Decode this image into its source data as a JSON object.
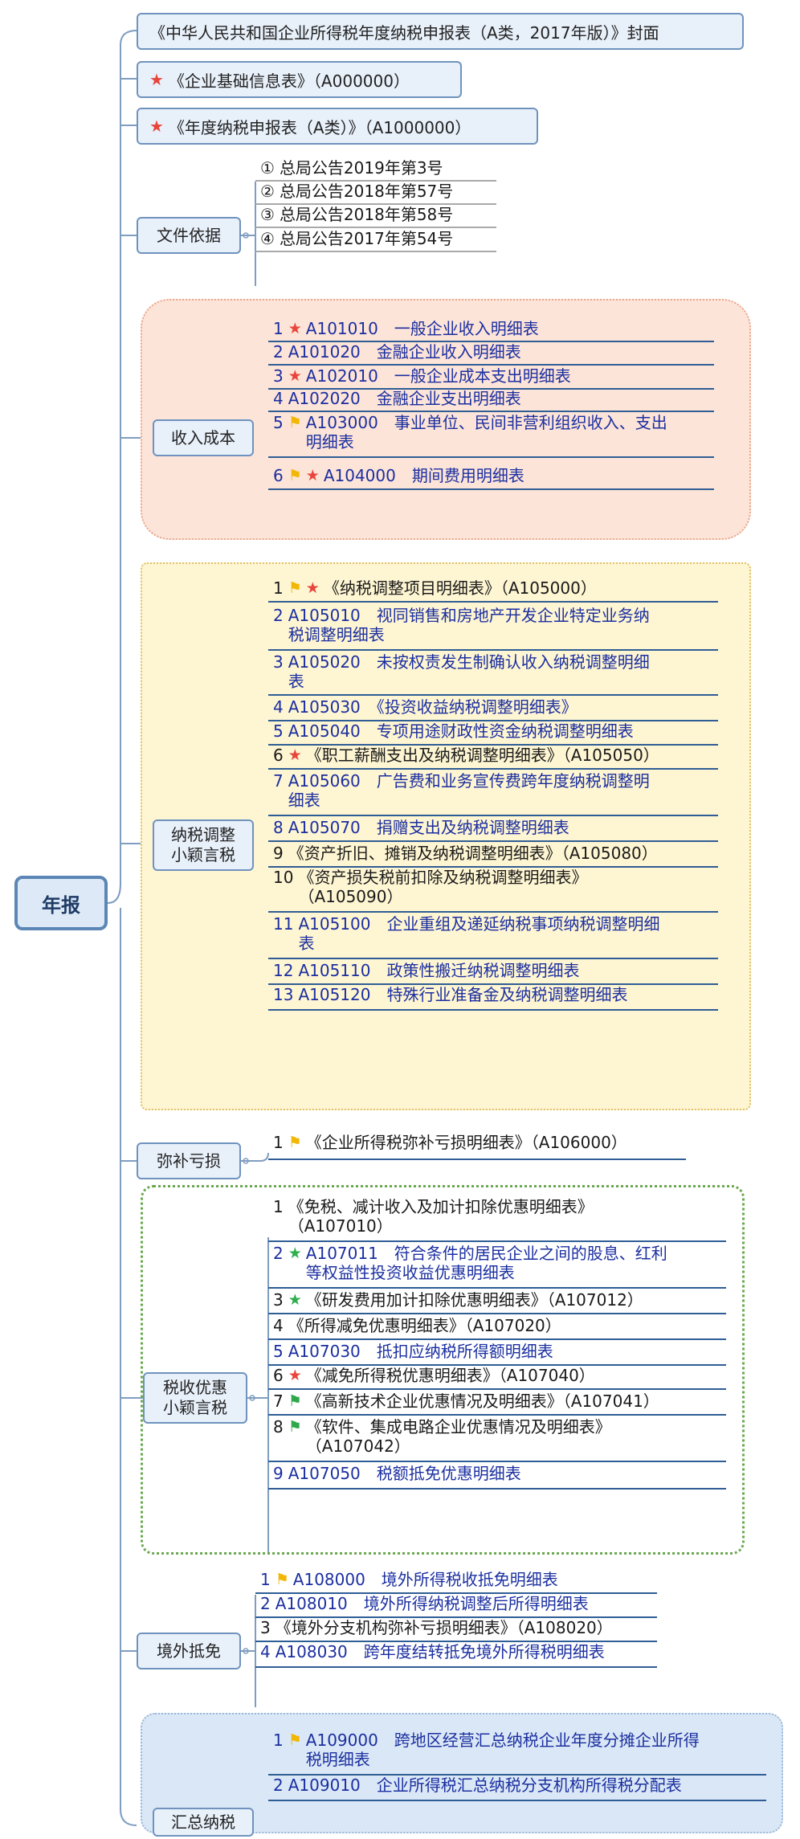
{
  "root": "年报",
  "top_items": [
    {
      "text": "《中华人民共和国企业所得税年度纳税申报表（A类，2017年版）》封面",
      "star": false
    },
    {
      "text": "《企业基础信息表》（A000000）",
      "star": true
    },
    {
      "text": "《年度纳税申报表（A类）》（A1000000）",
      "star": true
    }
  ],
  "categories": [
    {
      "label": "文件依据",
      "items": [
        {
          "num": "①",
          "text": "总局公告2019年第3号",
          "color": "black",
          "markers": []
        },
        {
          "num": "②",
          "text": "总局公告2018年第57号",
          "color": "black",
          "markers": []
        },
        {
          "num": "③",
          "text": "总局公告2018年第58号",
          "color": "black",
          "markers": []
        },
        {
          "num": "④",
          "text": "总局公告2017年第54号",
          "color": "black",
          "markers": []
        }
      ]
    },
    {
      "label": "收入成本",
      "items": [
        {
          "num": "1",
          "text": "A101010　一般企业收入明细表",
          "color": "blue",
          "markers": [
            "star-red"
          ]
        },
        {
          "num": "2",
          "text": "A101020　金融企业收入明细表",
          "color": "blue",
          "markers": []
        },
        {
          "num": "3",
          "text": "A102010　一般企业成本支出明细表",
          "color": "blue",
          "markers": [
            "star-red"
          ]
        },
        {
          "num": "4",
          "text": "A102020　金融企业支出明细表",
          "color": "blue",
          "markers": []
        },
        {
          "num": "5",
          "text": "A103000　事业单位、民间非营利组织收入、支出\n明细表",
          "color": "blue",
          "markers": [
            "flag-yellow"
          ]
        },
        {
          "num": "6",
          "text": "A104000　期间费用明细表",
          "color": "blue",
          "markers": [
            "flag-yellow",
            "star-red"
          ]
        }
      ]
    },
    {
      "label": "纳税调整\n小颖言税",
      "items": [
        {
          "num": "1",
          "text": "《纳税调整项目明细表》（A105000）",
          "color": "black",
          "markers": [
            "flag-yellow",
            "star-red"
          ]
        },
        {
          "num": "2",
          "text": "A105010　视同销售和房地产开发企业特定业务纳\n税调整明细表",
          "color": "blue",
          "markers": []
        },
        {
          "num": "3",
          "text": "A105020　未按权责发生制确认收入纳税调整明细\n表",
          "color": "blue",
          "markers": []
        },
        {
          "num": "4",
          "text": "A105030　《投资收益纳税调整明细表》",
          "color": "blue",
          "markers": []
        },
        {
          "num": "5",
          "text": "A105040　专项用途财政性资金纳税调整明细表",
          "color": "blue",
          "markers": []
        },
        {
          "num": "6",
          "text": "《职工薪酬支出及纳税调整明细表》（A105050）",
          "color": "black",
          "markers": [
            "star-red"
          ]
        },
        {
          "num": "7",
          "text": "A105060　广告费和业务宣传费跨年度纳税调整明\n细表",
          "color": "blue",
          "markers": []
        },
        {
          "num": "8",
          "text": "A105070　捐赠支出及纳税调整明细表",
          "color": "blue",
          "markers": []
        },
        {
          "num": "9",
          "text": "《资产折旧、摊销及纳税调整明细表》（A105080）",
          "color": "black",
          "markers": []
        },
        {
          "num": "10",
          "text": "《资产损失税前扣除及纳税调整明细表》\n（A105090）",
          "color": "black",
          "markers": []
        },
        {
          "num": "11",
          "text": "A105100　企业重组及递延纳税事项纳税调整明细\n表",
          "color": "blue",
          "markers": []
        },
        {
          "num": "12",
          "text": "A105110　政策性搬迁纳税调整明细表",
          "color": "blue",
          "markers": []
        },
        {
          "num": "13",
          "text": "A105120　特殊行业准备金及纳税调整明细表",
          "color": "blue",
          "markers": []
        }
      ]
    },
    {
      "label": "弥补亏损",
      "items": [
        {
          "num": "1",
          "text": "《企业所得税弥补亏损明细表》（A106000）",
          "color": "black",
          "markers": [
            "flag-yellow"
          ]
        }
      ]
    },
    {
      "label": "税收优惠\n小颖言税",
      "items": [
        {
          "num": "1",
          "text": "《免税、减计收入及加计扣除优惠明细表》\n（A107010）",
          "color": "black",
          "markers": []
        },
        {
          "num": "2",
          "text": "A107011　符合条件的居民企业之间的股息、红利\n等权益性投资收益优惠明细表",
          "color": "blue",
          "markers": [
            "star-green"
          ]
        },
        {
          "num": "3",
          "text": "《研发费用加计扣除优惠明细表》（A107012）",
          "color": "black",
          "markers": [
            "star-green"
          ]
        },
        {
          "num": "4",
          "text": "《所得减免优惠明细表》（A107020）",
          "color": "black",
          "markers": []
        },
        {
          "num": "5",
          "text": "A107030　抵扣应纳税所得额明细表",
          "color": "blue",
          "markers": []
        },
        {
          "num": "6",
          "text": "《减免所得税优惠明细表》（A107040）",
          "color": "black",
          "markers": [
            "star-red"
          ]
        },
        {
          "num": "7",
          "text": "《高新技术企业优惠情况及明细表》（A107041）",
          "color": "black",
          "markers": [
            "flag-green"
          ]
        },
        {
          "num": "8",
          "text": "《软件、集成电路企业优惠情况及明细表》\n（A107042）",
          "color": "black",
          "markers": [
            "flag-green"
          ]
        },
        {
          "num": "9",
          "text": "A107050　税额抵免优惠明细表",
          "color": "blue",
          "markers": []
        }
      ]
    },
    {
      "label": "境外抵免",
      "items": [
        {
          "num": "1",
          "text": "A108000　境外所得税收抵免明细表",
          "color": "blue",
          "markers": [
            "flag-yellow"
          ]
        },
        {
          "num": "2",
          "text": "A108010　境外所得纳税调整后所得明细表",
          "color": "blue",
          "markers": []
        },
        {
          "num": "3",
          "text": "《境外分支机构弥补亏损明细表》（A108020）",
          "color": "black",
          "markers": []
        },
        {
          "num": "4",
          "text": "A108030　跨年度结转抵免境外所得税明细表",
          "color": "blue",
          "markers": []
        }
      ]
    },
    {
      "label": "汇总纳税",
      "items": [
        {
          "num": "1",
          "text": "A109000　跨地区经营汇总纳税企业年度分摊企业所得\n税明细表",
          "color": "blue",
          "markers": [
            "flag-yellow"
          ]
        },
        {
          "num": "2",
          "text": "A109010　企业所得税汇总纳税分支机构所得税分配表",
          "color": "blue",
          "markers": []
        }
      ]
    }
  ],
  "glyphs": {
    "star-red": "★",
    "star-green": "★",
    "flag-yellow": "⚑",
    "flag-green": "⚑"
  }
}
